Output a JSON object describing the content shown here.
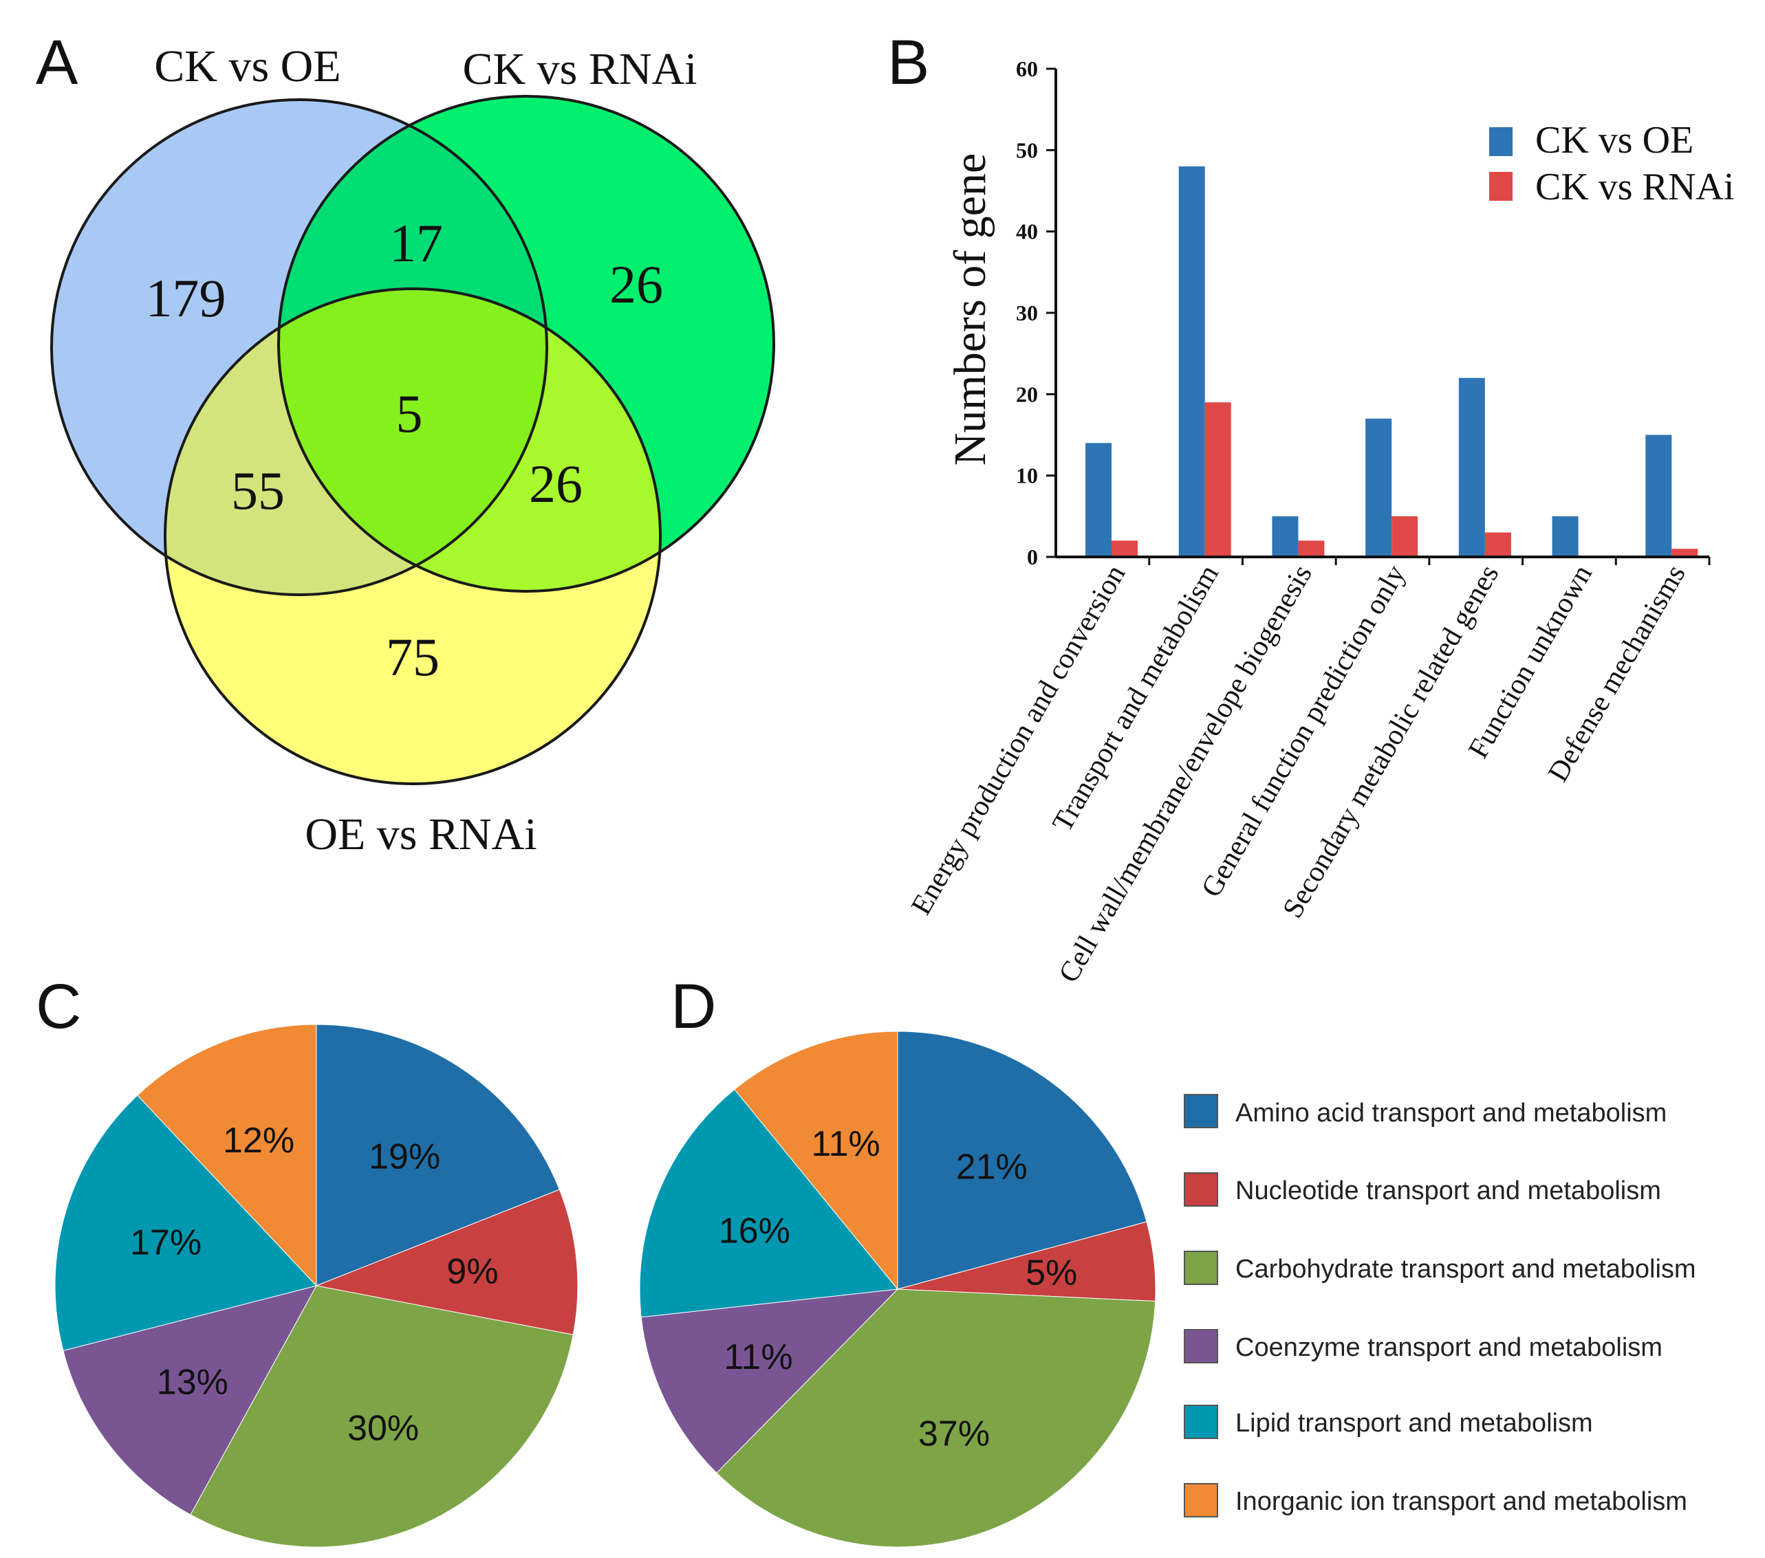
{
  "panels": {
    "a": "A",
    "b": "B",
    "c": "C",
    "d": "D"
  },
  "chart_data": [
    {
      "type": "venn",
      "panel": "A",
      "sets": [
        "CK vs OE",
        "CK vs RNAi",
        "OE vs RNAi"
      ],
      "colors": [
        "#a9c9f5",
        "#00f06e",
        "#ffff7a"
      ],
      "regions": {
        "ck_oe_only": 179,
        "ck_rnai_only": 26,
        "oe_rnai_only": 75,
        "ck_oe_and_ck_rnai": 17,
        "ck_oe_and_oe_rnai": 55,
        "ck_rnai_and_oe_rnai": 26,
        "all_three": 5
      }
    },
    {
      "type": "bar",
      "panel": "B",
      "ylabel": "Numbers of gene",
      "ylim": [
        0,
        60
      ],
      "yticks": [
        0,
        10,
        20,
        30,
        40,
        50,
        60
      ],
      "categories": [
        "Energy production and conversion",
        "Transport and metabolism",
        "Cell wall/membrane/envelope biogenesis",
        "General function prediction only",
        "Secondary metabolic related genes",
        "Function unknown",
        "Defense mechanisms"
      ],
      "series": [
        {
          "name": "CK vs OE",
          "color": "#2e75b6",
          "values": [
            14,
            48,
            5,
            17,
            22,
            5,
            15
          ]
        },
        {
          "name": "CK vs RNAi",
          "color": "#e04848",
          "values": [
            2,
            19,
            2,
            5,
            3,
            0,
            1
          ]
        }
      ],
      "legend_position": "top-right"
    },
    {
      "type": "pie",
      "panel": "C",
      "labels": [
        "Amino acid transport and metabolism",
        "Nucleotide transport and metabolism",
        "Carbohydrate transport and metabolism",
        "Coenzyme transport and metabolism",
        "Lipid transport and metabolism",
        "Inorganic ion transport and metabolism"
      ],
      "values": [
        19,
        9,
        30,
        13,
        17,
        12
      ],
      "value_labels": [
        "19%",
        "9%",
        "30%",
        "13%",
        "17%",
        "12%"
      ]
    },
    {
      "type": "pie",
      "panel": "D",
      "labels": [
        "Amino acid transport and metabolism",
        "Nucleotide transport and metabolism",
        "Carbohydrate transport and metabolism",
        "Coenzyme transport and metabolism",
        "Lipid transport and metabolism",
        "Inorganic ion transport and metabolism"
      ],
      "values": [
        21,
        5,
        37,
        11,
        16,
        11
      ],
      "value_labels": [
        "21%",
        "5%",
        "37%",
        "11%",
        "16%",
        "11%"
      ]
    }
  ],
  "pie_legend": {
    "colors": [
      "#1f6ea8",
      "#c84040",
      "#7da446",
      "#7a5594",
      "#0098b0",
      "#f08a35"
    ],
    "labels": [
      "Amino acid transport and metabolism",
      "Nucleotide transport and metabolism",
      "Carbohydrate transport and metabolism",
      "Coenzyme transport and metabolism",
      "Lipid transport and metabolism",
      "Inorganic ion transport and metabolism"
    ]
  }
}
